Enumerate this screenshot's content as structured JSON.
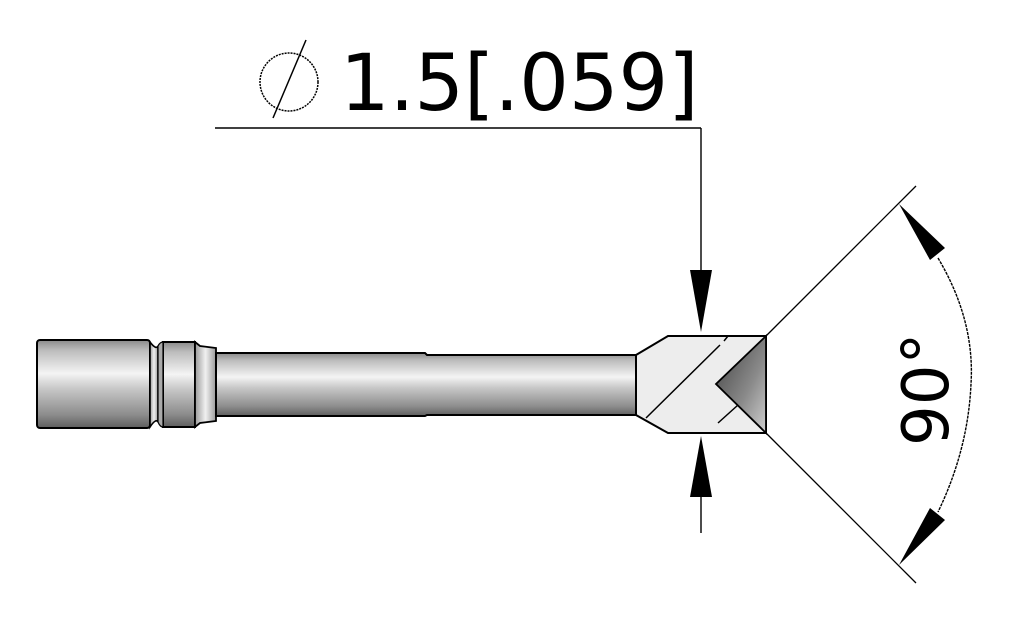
{
  "drawing": {
    "type": "soldering-tip-technical-drawing",
    "diameter_dimension": {
      "symbol": "diameter-symbol",
      "metric_value": "1.5",
      "imperial_value": "[.059]",
      "label": "1.5[.059]"
    },
    "angle_dimension": {
      "value": "90°"
    },
    "colors": {
      "background": "#ffffff",
      "line": "#000000",
      "shaft_light": "#f2f2f2",
      "shaft_mid": "#bdbdbd",
      "shaft_dark": "#6e6e6e",
      "tip_face": "#ececec",
      "bevel_dark": "#5a5a5a"
    }
  }
}
